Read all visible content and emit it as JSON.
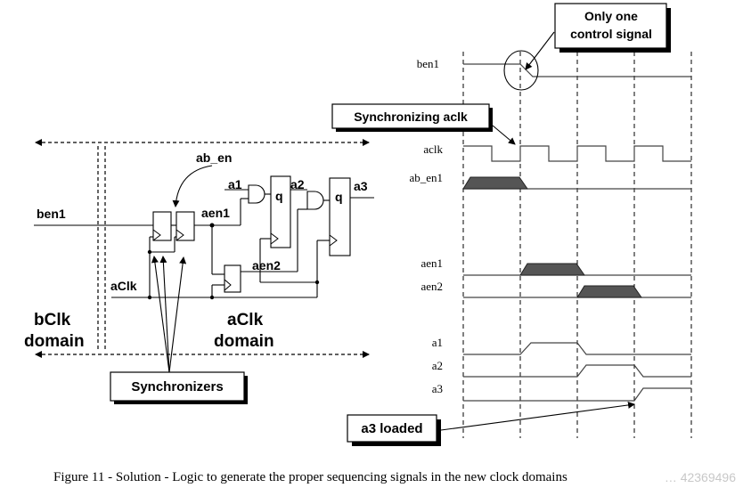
{
  "schematic": {
    "labels": {
      "ab_en": "ab_en",
      "ben1": "ben1",
      "a1": "a1",
      "q1": "q",
      "a2": "a2",
      "q2": "q",
      "a3": "a3",
      "aen1": "aen1",
      "aen2": "aen2",
      "aclk_in": "aClk"
    },
    "domains": {
      "bclk_line1": "bClk",
      "bclk_line2": "domain",
      "aclk_line1": "aClk",
      "aclk_line2": "domain"
    },
    "callout_synchronizers": "Synchronizers"
  },
  "timing": {
    "signals": {
      "ben1": "ben1",
      "aclk": "aclk",
      "ab_en1": "ab_en1",
      "aen1": "aen1",
      "aen2": "aen2",
      "a1": "a1",
      "a2": "a2",
      "a3": "a3"
    },
    "callouts": {
      "only_one_line1": "Only one",
      "only_one_line2": "control signal",
      "sync_aclk": "Synchronizing aclk",
      "a3_loaded": "a3 loaded"
    }
  },
  "caption": "Figure 11 - Solution - Logic to generate the proper sequencing signals in the new clock domains",
  "watermark": "… 42369496",
  "colors": {
    "pulse_fill": "#555555",
    "box_shadow": "#000000",
    "wave_line": "#444444"
  }
}
